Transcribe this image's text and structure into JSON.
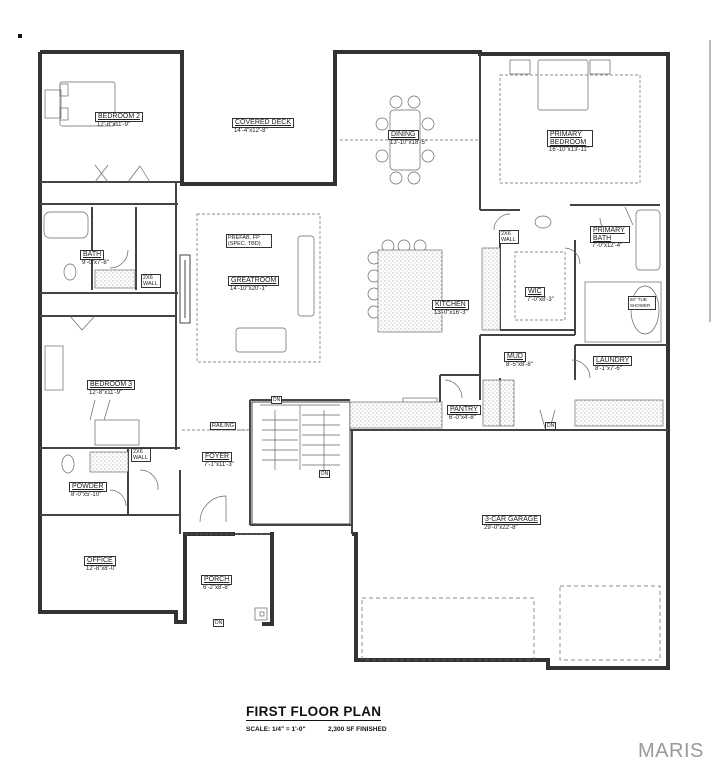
{
  "plan": {
    "title": "FIRST FLOOR PLAN",
    "scale": "SCALE: 1/4\" = 1'-0\"",
    "finished_area": "2,300 SF FINISHED",
    "watermark": "MARIS",
    "rooms": {
      "bedroom2": {
        "name": "BEDROOM 2",
        "dims": "12'-8\"x11'-9\""
      },
      "covered_deck": {
        "name": "COVERED DECK",
        "dims": "14'-4\"x12'-8\""
      },
      "dining": {
        "name": "DINING",
        "dims": "13'-10\"x18'-5\""
      },
      "primary_bedroom": {
        "name": "PRIMARY BEDROOM",
        "dims": "16'-10\"x13'-11\""
      },
      "bath": {
        "name": "BATH",
        "dims": "9'-0\"x7'-8\""
      },
      "greatroom": {
        "name": "GREATROOM",
        "dims": "14'-10\"x20'-1\""
      },
      "kitchen": {
        "name": "KITCHEN",
        "dims": "13'-0\"x16'-3\""
      },
      "primary_bath": {
        "name": "PRIMARY BATH",
        "dims": "7'-0\"x12'-4\""
      },
      "wic": {
        "name": "WIC",
        "dims": "7'-0\"x8'-3\""
      },
      "bedroom3": {
        "name": "BEDROOM 3",
        "dims": "12'-8\"x11'-9\""
      },
      "mud": {
        "name": "MUD",
        "dims": "8'-5\"x8'-8\""
      },
      "laundry": {
        "name": "LAUNDRY",
        "dims": "8'-1\"x7'-6\""
      },
      "pantry": {
        "name": "PANTRY",
        "dims": "6'-0\"x4'-8\""
      },
      "foyer": {
        "name": "FOYER",
        "dims": "7'-1\"x11'-3\""
      },
      "powder": {
        "name": "POWDER",
        "dims": "8'-0\"x5'-10\""
      },
      "garage": {
        "name": "3-CAR GARAGE",
        "dims": "29'-0\"x22'-8\""
      },
      "office": {
        "name": "OFFICE",
        "dims": "12'-8\"x8'-0\""
      },
      "porch": {
        "name": "PORCH",
        "dims": "6'-2\"x8'-8\""
      }
    },
    "notes": {
      "fireplace": "PREFAB. FP (SPEC. TBD)",
      "wall_2x6_bath": "2X6 WALL",
      "wall_2x6_primary": "2X6 WALL",
      "wall_2x6_powder": "2X6 WALL",
      "railing": "RAILING",
      "dn_stair_top": "DN",
      "dn_stair": "DN",
      "dn_mud": "DN",
      "dn_porch": "DN",
      "shower": "60\" TUB SHOWER"
    }
  }
}
